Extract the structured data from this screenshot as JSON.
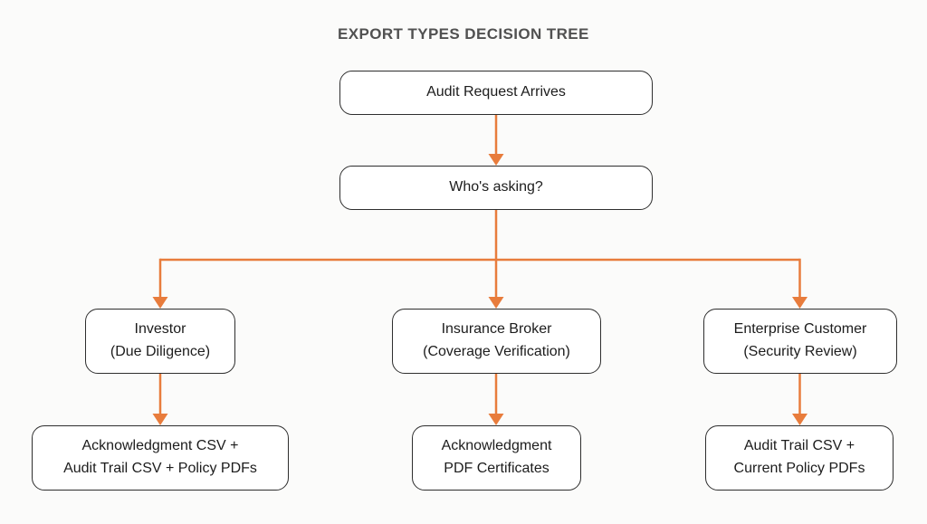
{
  "title": "EXPORT TYPES DECISION TREE",
  "colors": {
    "background": "#FBFBFA",
    "box_fill": "#FFFFFF",
    "box_border": "#2E2E2E",
    "text": "#1C1C1C",
    "title_text": "#515151",
    "arrow": "#E87C3C"
  },
  "tree": {
    "root": {
      "label": "Audit Request Arrives"
    },
    "question": {
      "label": "Who's asking?"
    },
    "branches": [
      {
        "line1": "Investor",
        "line2": "(Due Diligence)",
        "outcome_line1": "Acknowledgment CSV +",
        "outcome_line2": "Audit Trail CSV + Policy PDFs"
      },
      {
        "line1": "Insurance Broker",
        "line2": "(Coverage Verification)",
        "outcome_line1": "Acknowledgment",
        "outcome_line2": "PDF Certificates"
      },
      {
        "line1": "Enterprise Customer",
        "line2": "(Security Review)",
        "outcome_line1": "Audit Trail CSV +",
        "outcome_line2": "Current Policy PDFs"
      }
    ]
  }
}
